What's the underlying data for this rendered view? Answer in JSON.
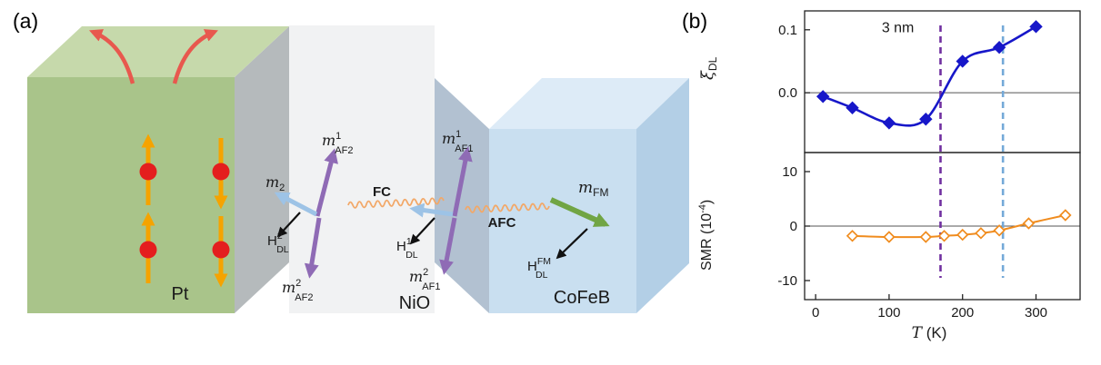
{
  "figure": {
    "panel_a_label": "(a)",
    "panel_b_label": "(b)"
  },
  "diagram": {
    "layers": {
      "pt": "Pt",
      "nio": "NiO",
      "cofeb": "CoFeB"
    },
    "couplings": {
      "fc": "FC",
      "afc": "AFC"
    },
    "colors": {
      "pt_front": "#a9c48a",
      "pt_top": "#c6d9ab",
      "nio_front": "#f1f2f3",
      "cofeb_front": "#c9dff0",
      "cofeb_top": "#ddebf7",
      "cofeb_side": "#b3cfe6",
      "interface_left": "#b5babc",
      "interface_right": "#b2c1d1",
      "spin_arrow": "#f5a300",
      "electron_dot": "#e41e1e",
      "reflect_arrow": "#e8584e",
      "af_arrow": "#8f6bb5",
      "m2_arrow": "#9dc3e6",
      "fm_arrow": "#71a544",
      "field_arrow": "#111111",
      "spring": "#f2a868",
      "fc_label": "#ed8b33",
      "afc_label": "#ed8b33",
      "m2_label": "#5b9bd5",
      "fm_label": "#71a544"
    },
    "labels": {
      "m2": {
        "base": "m",
        "sub": "2"
      },
      "m_af2_1": {
        "base": "m",
        "sup": "1",
        "sub": "AF2"
      },
      "m_af2_2": {
        "base": "m",
        "sup": "2",
        "sub": "AF2"
      },
      "m_af1_1": {
        "base": "m",
        "sup": "1",
        "sub": "AF1"
      },
      "m_af1_2": {
        "base": "m",
        "sup": "2",
        "sub": "AF1"
      },
      "m_fm": {
        "base": "m",
        "sub": "FM"
      },
      "h_dl_2": {
        "base": "H",
        "sup": "2",
        "sub": "DL"
      },
      "h_dl_1": {
        "base": "H",
        "sup": "1",
        "sub": "DL"
      },
      "h_dl_fm": {
        "base": "H",
        "sup": "FM",
        "sub": "DL"
      }
    }
  },
  "chart": {
    "ylabel_top": {
      "base": "ξ",
      "sub": "DL"
    },
    "ylabel_bottom": {
      "base": "SMR (10",
      "sup": "-4",
      "close": ")"
    },
    "xlabel": {
      "base": "T",
      "rest": " (K)"
    }
  },
  "chart_data": [
    {
      "type": "line",
      "name": "spin-torque-efficiency-vs-temperature",
      "ylabel": "ξ_DL",
      "x": [
        10,
        50,
        100,
        150,
        200,
        250,
        300
      ],
      "y": [
        -0.006,
        -0.024,
        -0.048,
        -0.042,
        0.05,
        0.072,
        0.105
      ],
      "ylim": [
        -0.095,
        0.13
      ],
      "yticks": [
        {
          "v": 0.1,
          "label": "0.1"
        },
        {
          "v": 0.0,
          "label": "0.0"
        }
      ],
      "marker": "diamond-filled",
      "color": "#1717c9",
      "zero_line": true,
      "grid": false,
      "legend": "none",
      "annotation": {
        "text": "3 nm",
        "t": 112,
        "value": 0.096
      },
      "vlines": [
        {
          "t": 170,
          "color": "#7030a0"
        },
        {
          "t": 255,
          "color": "#74a9d8"
        }
      ]
    },
    {
      "type": "line",
      "name": "smr-vs-temperature",
      "ylabel": "SMR (10^-4)",
      "xlabel": "T (K)",
      "x": [
        50,
        100,
        150,
        175,
        200,
        225,
        250,
        290,
        340
      ],
      "y": [
        -1.8,
        -2.0,
        -2.0,
        -1.8,
        -1.6,
        -1.3,
        -0.8,
        0.5,
        2.0
      ],
      "ylim": [
        -13.5,
        13.5
      ],
      "yticks": [
        {
          "v": 10,
          "label": "10"
        },
        {
          "v": 0,
          "label": "0"
        },
        {
          "v": -10,
          "label": "-10"
        }
      ],
      "xlim": [
        -15,
        360
      ],
      "xticks": [
        {
          "v": 0,
          "label": "0"
        },
        {
          "v": 100,
          "label": "100"
        },
        {
          "v": 200,
          "label": "200"
        },
        {
          "v": 300,
          "label": "300"
        }
      ],
      "marker": "diamond-open",
      "color": "#f08c1e",
      "zero_line": true,
      "grid": false,
      "legend": "none"
    }
  ]
}
